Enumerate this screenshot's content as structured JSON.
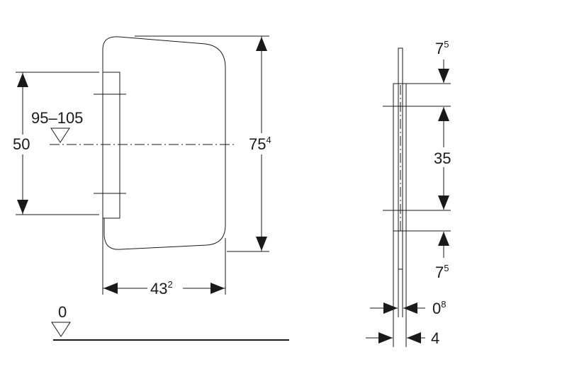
{
  "front_view": {
    "height_dim": {
      "main": "75",
      "sup": "4"
    },
    "width_dim": {
      "main": "43",
      "sup": "2"
    },
    "left_dim": "50",
    "level_label": "95–105",
    "floor_label": "0"
  },
  "side_view": {
    "top_offset": {
      "main": "7",
      "sup": "5"
    },
    "middle_dim": "35",
    "bottom_offset": {
      "main": "7",
      "sup": "5"
    },
    "thin_dim": {
      "main": "0",
      "sup": "8"
    },
    "thick_dim": "4"
  }
}
